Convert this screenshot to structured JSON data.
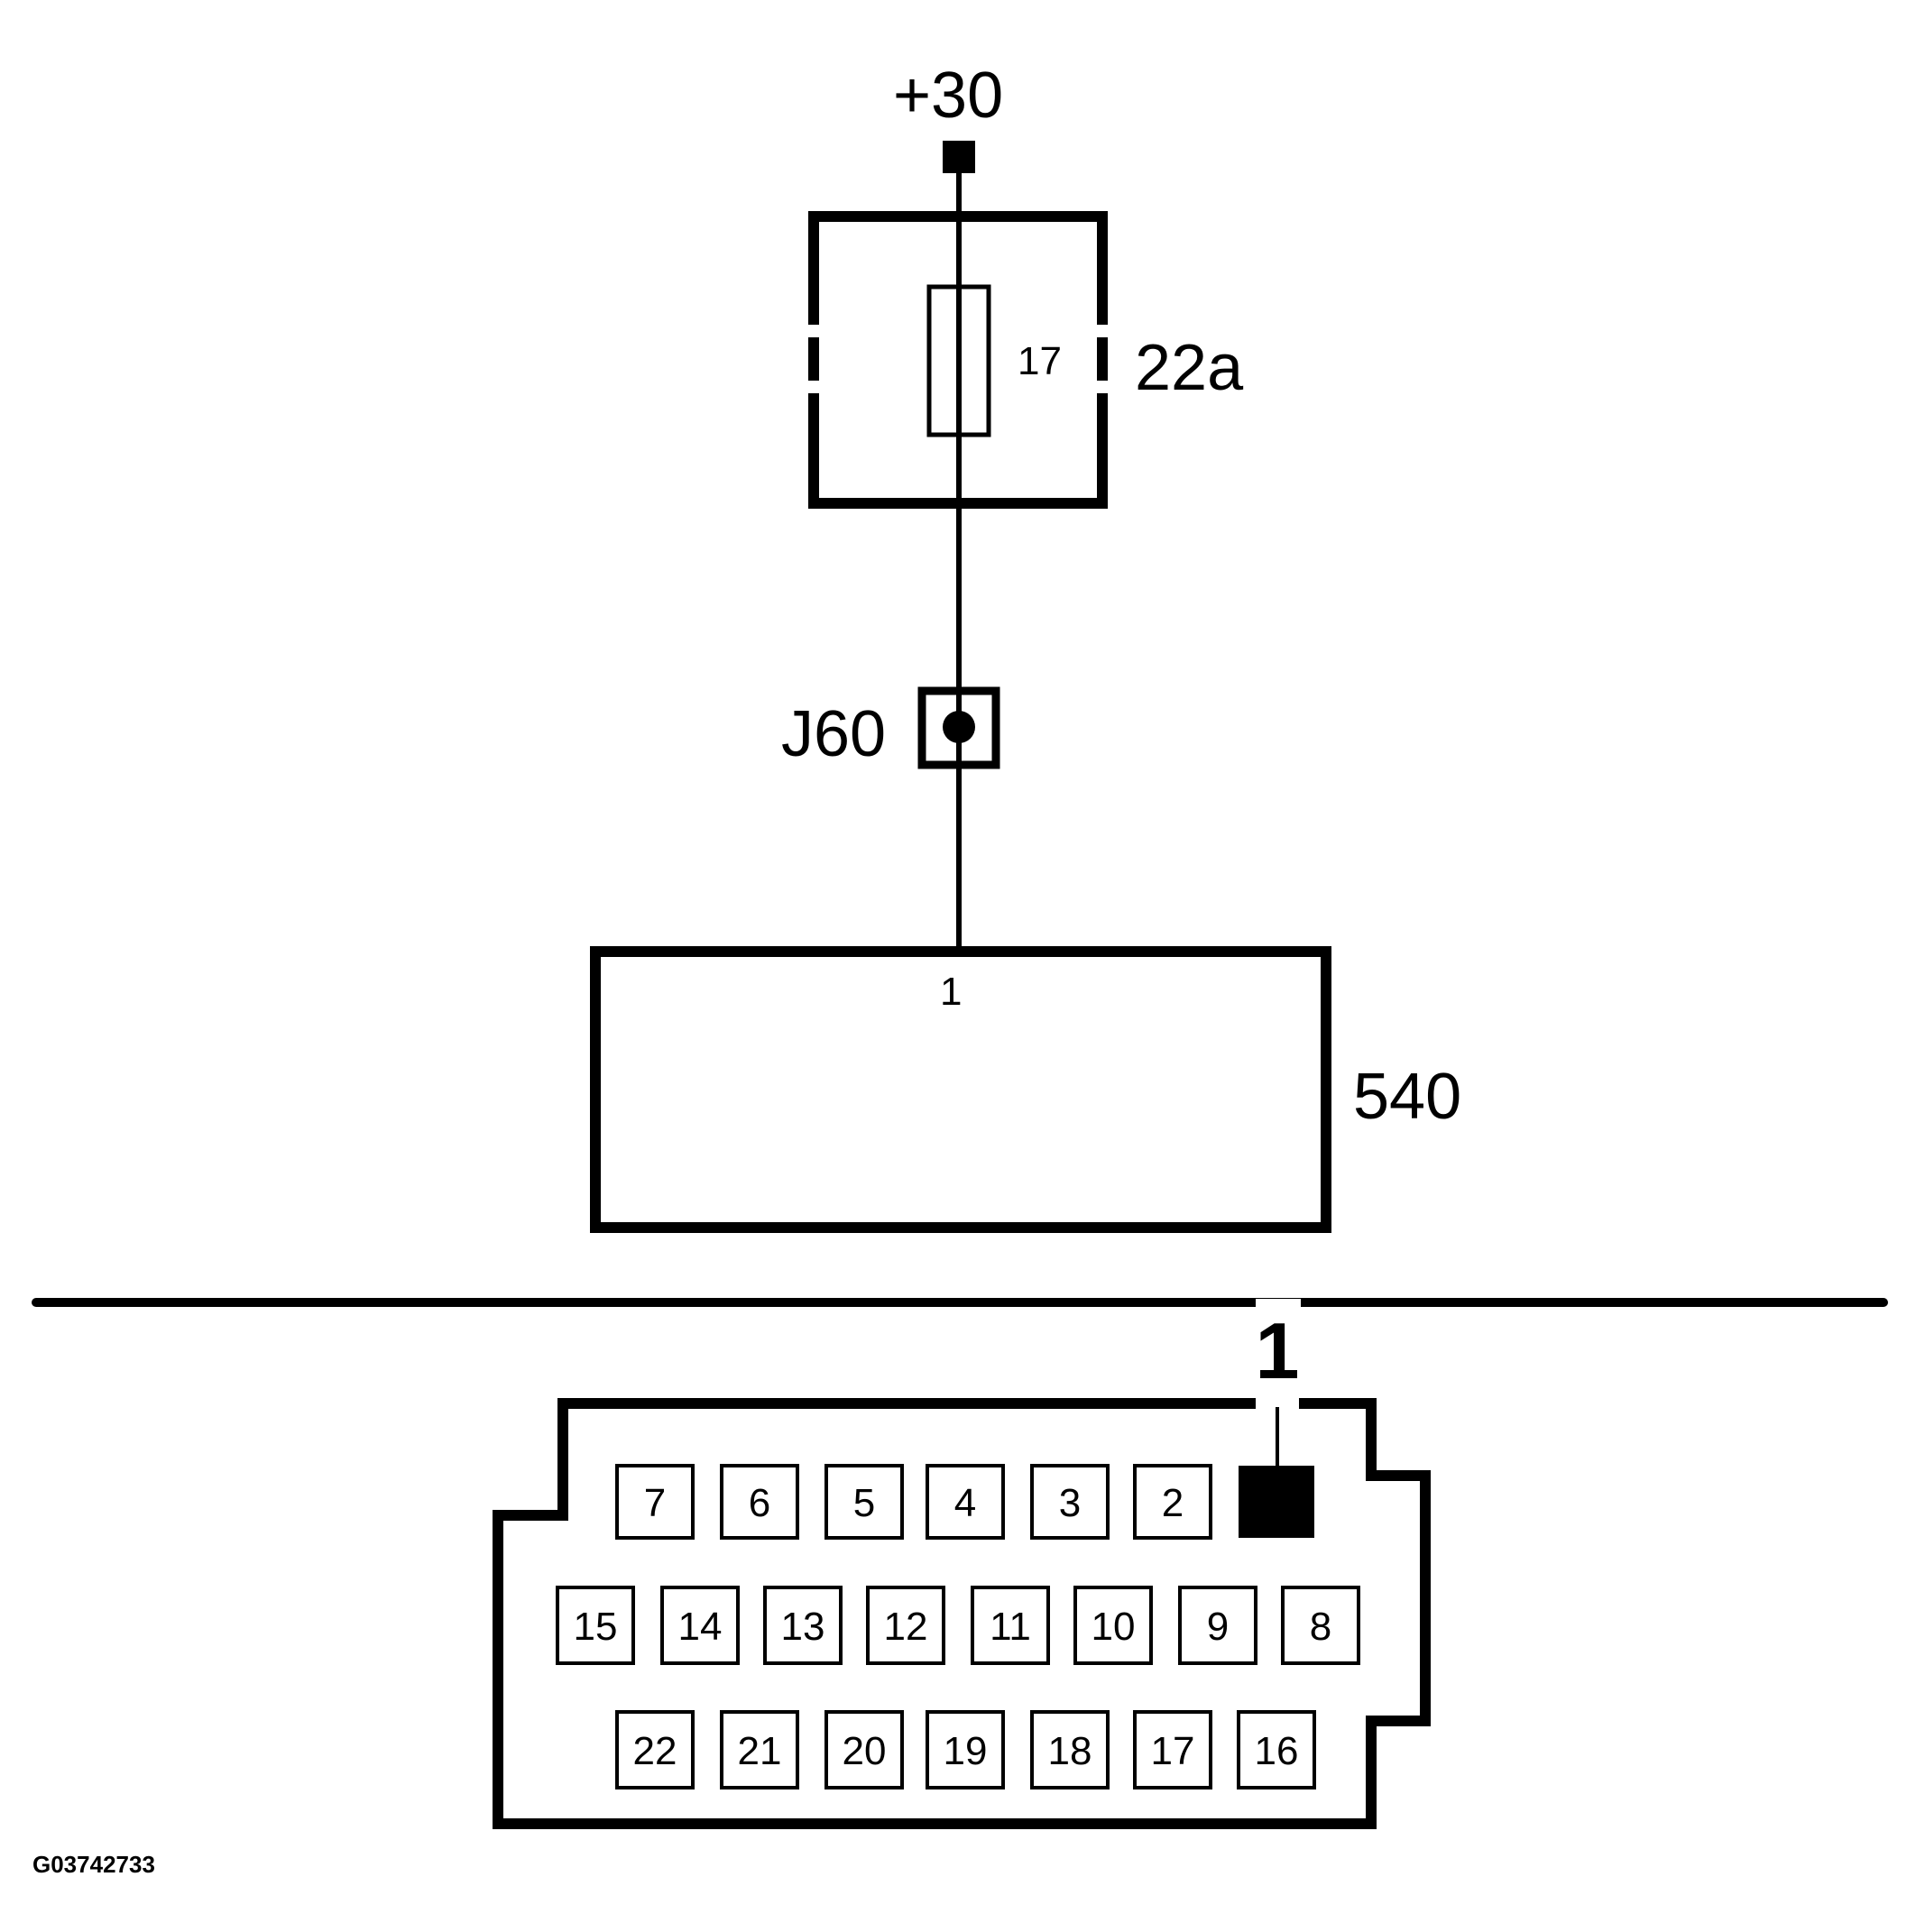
{
  "diagram": {
    "supply": {
      "label": "+30"
    },
    "fuse_box": {
      "label": "22a",
      "fuse_number": "17"
    },
    "splice": {
      "label": "J60"
    },
    "module": {
      "label": "540",
      "pin_label": "1"
    },
    "connector": {
      "pin1_callout": "1",
      "row1": [
        "7",
        "6",
        "5",
        "4",
        "3",
        "2"
      ],
      "row2": [
        "15",
        "14",
        "13",
        "12",
        "11",
        "10",
        "9",
        "8"
      ],
      "row3": [
        "22",
        "21",
        "20",
        "19",
        "18",
        "17",
        "16"
      ]
    },
    "figure_id": "G03742733"
  }
}
